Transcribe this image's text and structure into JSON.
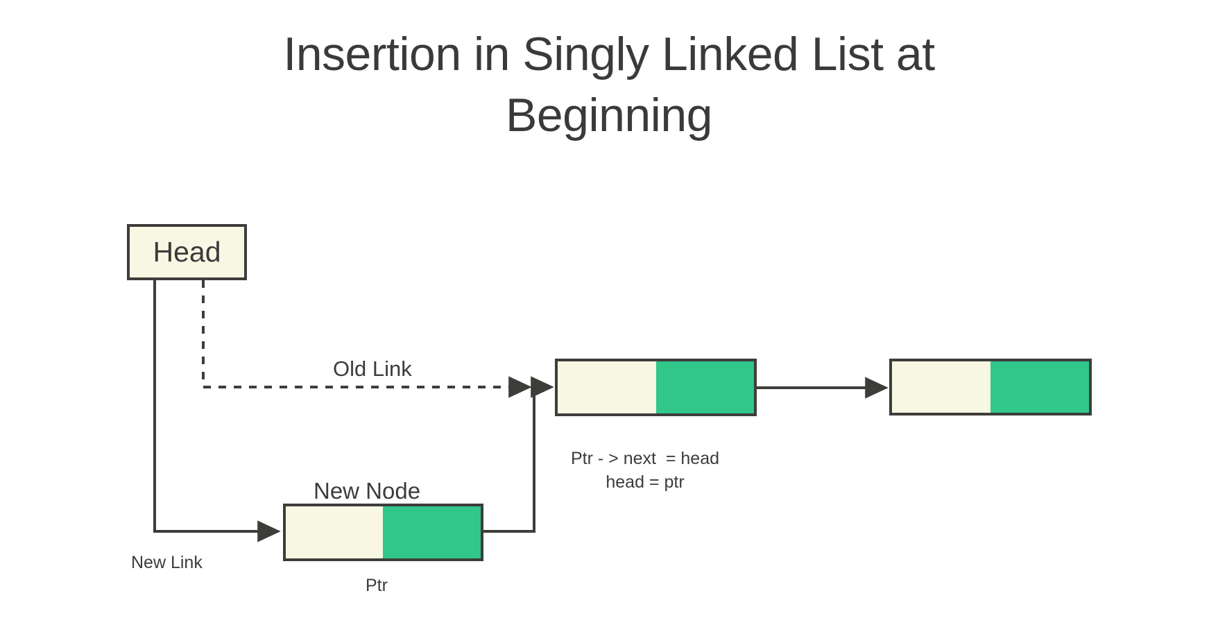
{
  "page": {
    "title_line_1": "Insertion in Singly Linked List at",
    "title_line_2": "Beginning",
    "background_color": "#ffffff",
    "ink_color": "#3c3c3c"
  },
  "palette": {
    "node_data_fill": "#F7F7E3",
    "node_next_fill": "#31C68A",
    "stroke": "#3d3d3a",
    "text": "#3c3c3c"
  },
  "diagram": {
    "type": "linked-list-insertion",
    "head_pointer": {
      "label": "Head",
      "fill": "#F7F7E3"
    },
    "links": [
      {
        "name": "old-link",
        "label": "Old Link",
        "style": "dashed",
        "from": "head",
        "to": "node-1"
      },
      {
        "name": "new-link",
        "label": "New Link",
        "style": "solid",
        "from": "head",
        "to": "new-node"
      },
      {
        "name": "node1-to-node2",
        "label": "",
        "style": "solid",
        "from": "node-1",
        "to": "node-2"
      },
      {
        "name": "newnode-to-node1",
        "label": "",
        "style": "solid",
        "from": "new-node",
        "to": "node-1"
      }
    ],
    "nodes": [
      {
        "name": "new-node",
        "caption_above": "New Node",
        "caption_below": "Ptr",
        "data_value": "",
        "next_value": "",
        "next_is_null": false
      },
      {
        "name": "node-1",
        "caption_above": "",
        "caption_below": "",
        "data_value": "",
        "next_value": "",
        "next_is_null": false
      },
      {
        "name": "node-2",
        "caption_above": "",
        "caption_below": "",
        "data_value": "",
        "next_value": "",
        "next_is_null": true
      }
    ],
    "code_note": {
      "line_1": "Ptr - > next  = head",
      "line_2": "head = ptr"
    }
  }
}
